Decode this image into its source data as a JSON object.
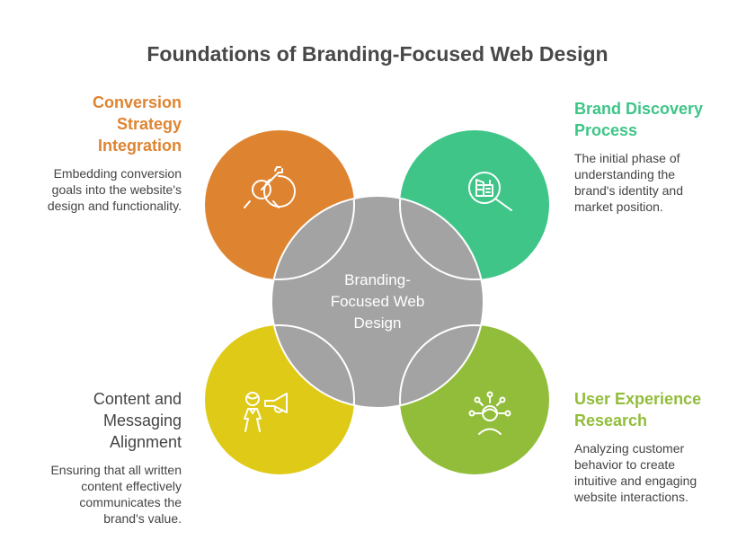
{
  "title": "Foundations of Branding-Focused Web Design",
  "center": {
    "label": "Branding-Focused Web Design",
    "lines": [
      "Branding-",
      "Focused Web",
      "Design"
    ],
    "color": "#a3a3a3"
  },
  "items": [
    {
      "id": "conversion",
      "heading_lines": [
        "Conversion",
        "Strategy",
        "Integration"
      ],
      "description_lines": [
        "Embedding conversion",
        "goals into the website's",
        "design and functionality."
      ],
      "color": "#de8431",
      "heading_color": "#de8431",
      "icon": "target-arrow-icon"
    },
    {
      "id": "discovery",
      "heading_lines": [
        "Brand Discovery",
        "Process"
      ],
      "description_lines": [
        "The initial phase of",
        "understanding the",
        "brand's identity and",
        "market position."
      ],
      "color": "#3ec587",
      "heading_color": "#3ec587",
      "icon": "magnifier-building-icon"
    },
    {
      "id": "content",
      "heading_lines": [
        "Content and",
        "Messaging",
        "Alignment"
      ],
      "description_lines": [
        "Ensuring that all written",
        "content effectively",
        "communicates the",
        "brand's value."
      ],
      "color": "#dfca18",
      "heading_color": "#444444",
      "icon": "person-megaphone-icon"
    },
    {
      "id": "ux",
      "heading_lines": [
        "User Experience",
        "Research"
      ],
      "description_lines": [
        "Analyzing customer",
        "behavior to create",
        "intuitive and engaging",
        "website interactions."
      ],
      "color": "#92bd3a",
      "heading_color": "#92bd3a",
      "icon": "user-network-icon"
    }
  ]
}
